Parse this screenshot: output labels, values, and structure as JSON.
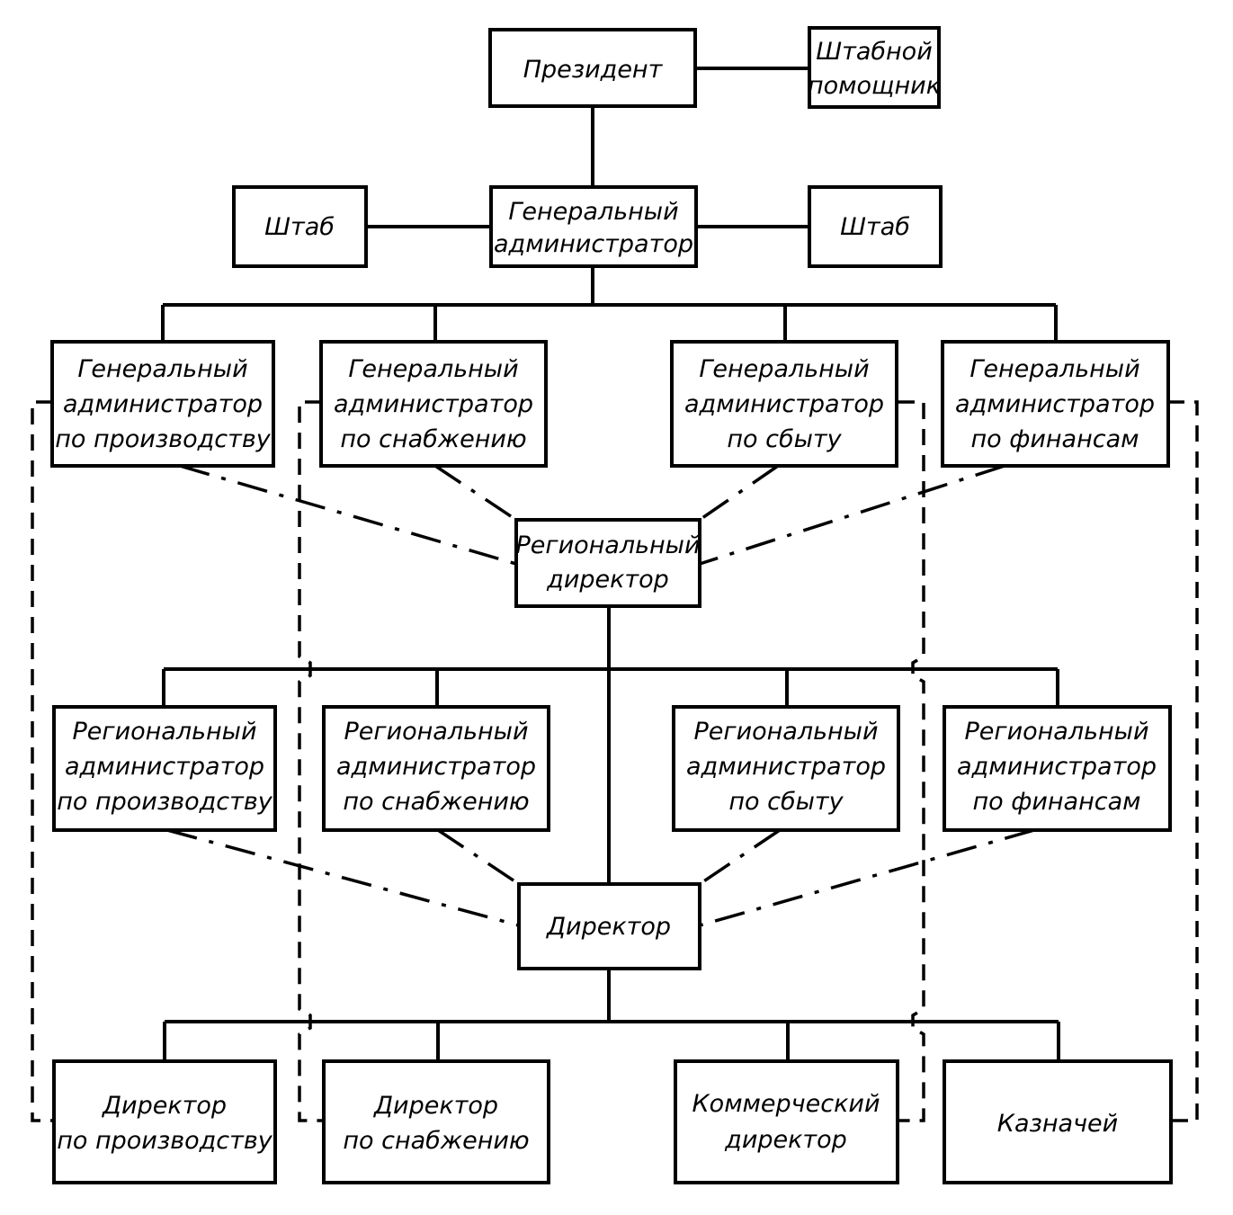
{
  "nodes": {
    "president": [
      "Президент"
    ],
    "staff_assistant": [
      "Штабной",
      "помощник"
    ],
    "staff_left": [
      "Штаб"
    ],
    "general_admin": [
      "Генеральный",
      "администратор"
    ],
    "staff_right": [
      "Штаб"
    ],
    "ga_production": [
      "Генеральный",
      "администратор",
      "по производству"
    ],
    "ga_supply": [
      "Генеральный",
      "администратор",
      "по снабжению"
    ],
    "ga_sales": [
      "Генеральный",
      "администратор",
      "по сбыту"
    ],
    "ga_finance": [
      "Генеральный",
      "администратор",
      "по финансам"
    ],
    "regional_director": [
      "Региональный",
      "директор"
    ],
    "ra_production": [
      "Региональный",
      "администратор",
      "по производству"
    ],
    "ra_supply": [
      "Региональный",
      "администратор",
      "по снабжению"
    ],
    "ra_sales": [
      "Региональный",
      "администратор",
      "по сбыту"
    ],
    "ra_finance": [
      "Региональный",
      "администратор",
      "по финансам"
    ],
    "director": [
      "Директор"
    ],
    "dir_production": [
      "Директор",
      "по производству"
    ],
    "dir_supply": [
      "Директор",
      "по снабжению"
    ],
    "commercial_director": [
      "Коммерческий",
      "директор"
    ],
    "treasurer": [
      "Казначей"
    ]
  }
}
